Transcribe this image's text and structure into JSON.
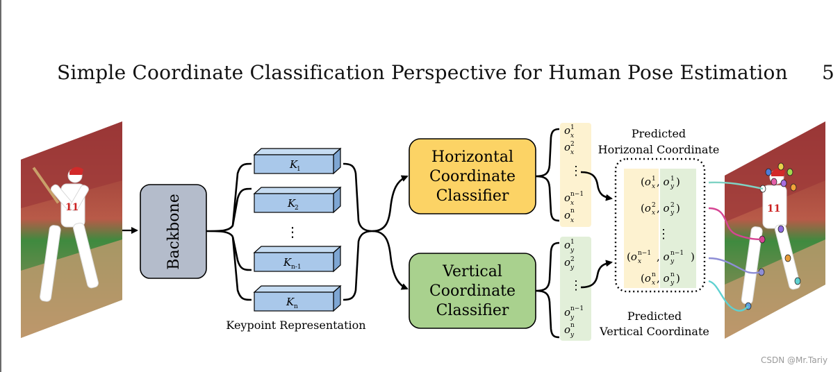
{
  "header": {
    "title": "Simple Coordinate Classification Perspective for Human Pose Estimation",
    "page_number": "5"
  },
  "figure": {
    "backbone_label": "Backbone",
    "keypoints": [
      {
        "base": "K",
        "sub": "1"
      },
      {
        "base": "K",
        "sub": "2"
      },
      {
        "base": "K",
        "sub": "n-1"
      },
      {
        "base": "K",
        "sub": "n"
      }
    ],
    "ellipsis": "⋮",
    "keypoint_caption": "Keypoint Representation",
    "horizontal_classifier": [
      "Horizontal",
      "Coordinate",
      "Classifier"
    ],
    "vertical_classifier": [
      "Vertical",
      "Coordinate",
      "Classifier"
    ],
    "x_outputs": [
      {
        "base": "o",
        "sub": "x",
        "sup": "1"
      },
      {
        "base": "o",
        "sub": "x",
        "sup": "2"
      },
      {
        "base": "o",
        "sub": "x",
        "sup": "n−1"
      },
      {
        "base": "o",
        "sub": "x",
        "sup": "n"
      }
    ],
    "y_outputs": [
      {
        "base": "o",
        "sub": "y",
        "sup": "1"
      },
      {
        "base": "o",
        "sub": "y",
        "sup": "2"
      },
      {
        "base": "o",
        "sub": "y",
        "sup": "n−1"
      },
      {
        "base": "o",
        "sub": "y",
        "sup": "n"
      }
    ],
    "predicted_horizontal": [
      "Predicted",
      "Horizonal Coordinate"
    ],
    "predicted_vertical": [
      "Predicted",
      "Vertical Coordinate"
    ],
    "coordinate_pairs": [
      "1",
      "2",
      "n−1",
      "n"
    ],
    "colors": {
      "keypoint_fill": "#a9c8ea",
      "backbone_fill": "#b4bccb",
      "horizontal_fill": "#fcd365",
      "vertical_fill": "#a9d18e",
      "x_column": "#fdf2d0",
      "y_column": "#e2efd9",
      "link_cyan": "#7fd3c4",
      "link_magenta": "#d64593",
      "link_lavender": "#8e8ed6",
      "link_turquoise": "#5fd1d1"
    }
  },
  "watermark": "CSDN @Mr.Tariy"
}
